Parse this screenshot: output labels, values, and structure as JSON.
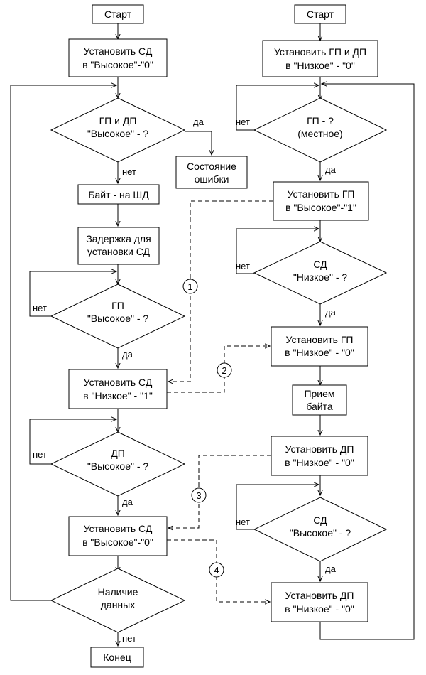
{
  "left": {
    "start": "Старт",
    "set_sd_high": [
      "Установить СД",
      "в \"Высокое\"-\"0\""
    ],
    "check_gp_dp": [
      "ГП и ДП",
      "\"Высокое\" - ?"
    ],
    "error_state": [
      "Состояние",
      "ошибки"
    ],
    "byte_to_bus": "Байт - на ШД",
    "delay": [
      "Задержка для",
      "установки СД"
    ],
    "check_gp": [
      "ГП",
      "\"Высокое\" - ?"
    ],
    "set_sd_low": [
      "Установить СД",
      "в \"Низкое\" - \"1\""
    ],
    "check_dp": [
      "ДП",
      "\"Высокое\" - ?"
    ],
    "set_sd_high_2": [
      "Установить СД",
      "в \"Высокое\"-\"0\""
    ],
    "data_present": [
      "Наличие",
      "данных"
    ],
    "end": "Конец"
  },
  "right": {
    "start": "Старт",
    "set_gp_dp_low": [
      "Установить ГП и ДП",
      "в \"Низкое\" - \"0\""
    ],
    "check_gp_local": [
      "ГП - ?",
      "(местное)"
    ],
    "set_gp_high": [
      "Установить  ГП",
      "в \"Высокое\"-\"1\""
    ],
    "check_sd_low": [
      "СД",
      "\"Низкое\" - ?"
    ],
    "set_gp_low": [
      "Установить ГП",
      "в \"Низкое\" - \"0\""
    ],
    "receive_byte": [
      "Прием",
      "байта"
    ],
    "set_dp_low": [
      "Установить ДП",
      "в \"Низкое\" - \"0\""
    ],
    "check_sd_high": [
      "СД",
      "\"Высокое\" - ?"
    ],
    "set_dp_low_2": [
      "Установить ДП",
      "в \"Низкое\" - \"0\""
    ]
  },
  "labels": {
    "yes": "да",
    "no": "нет"
  },
  "connectors": [
    "1",
    "2",
    "3",
    "4"
  ]
}
